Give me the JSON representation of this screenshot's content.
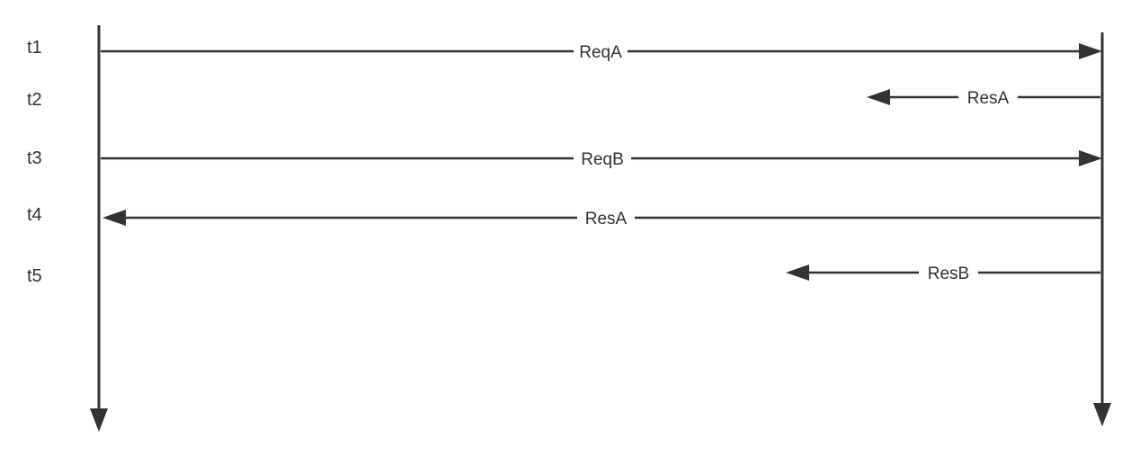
{
  "time_labels": [
    "t1",
    "t2",
    "t3",
    "t4",
    "t5"
  ],
  "messages": [
    {
      "label": "ReqA",
      "direction": "right"
    },
    {
      "label": "ResA",
      "direction": "left"
    },
    {
      "label": "ReqB",
      "direction": "right"
    },
    {
      "label": "ResA",
      "direction": "left"
    },
    {
      "label": "ResB",
      "direction": "left"
    }
  ],
  "colors": {
    "line": "#333333",
    "highlight": "#8a2a2a"
  }
}
